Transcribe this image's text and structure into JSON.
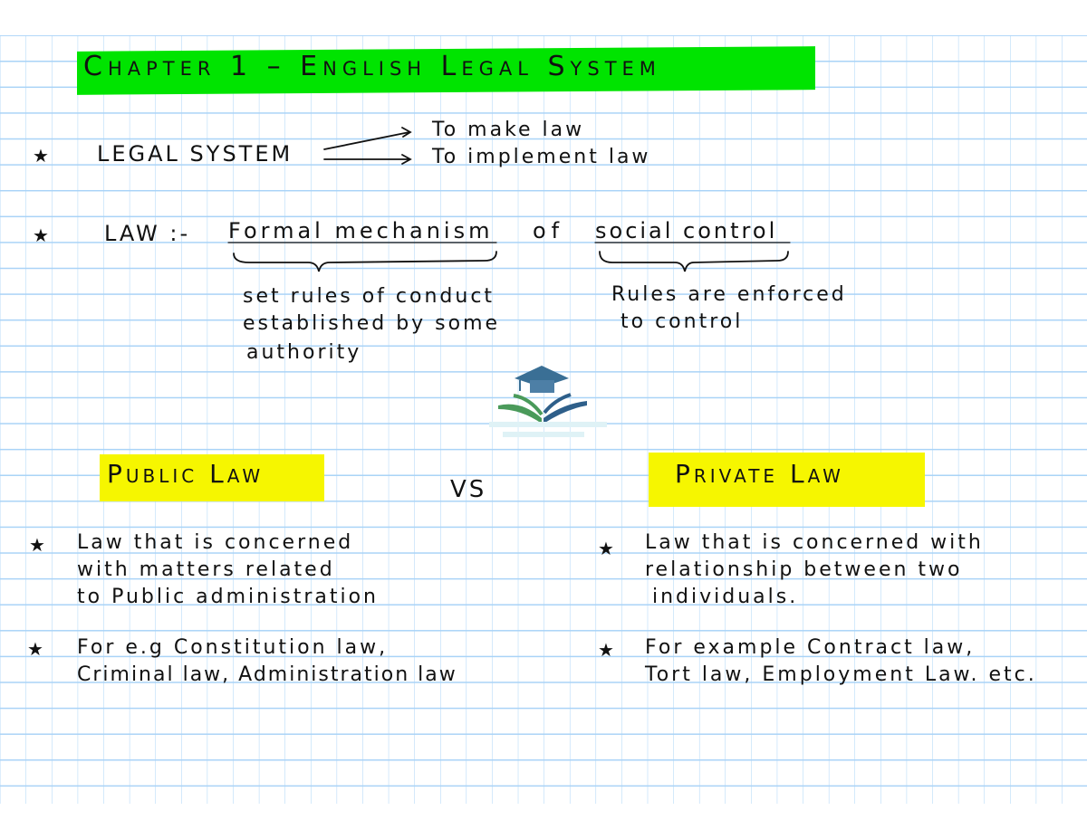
{
  "title": "Chapter 1 – English Legal System",
  "legal_system": {
    "label": "LEGAL SYSTEM",
    "branches": [
      "To make law",
      "To implement law"
    ]
  },
  "law_definition": {
    "label": "LAW :-",
    "phrase_1": "Formal mechanism",
    "connector": "of",
    "phrase_2": "social control",
    "note_1": [
      "set rules of conduct",
      "established by some",
      "authority"
    ],
    "note_2": [
      "Rules are enforced",
      "to control"
    ]
  },
  "comparison": {
    "left_heading": "Public Law",
    "vs": "VS",
    "right_heading": "Private Law",
    "public_points": [
      [
        "Law that is concerned",
        "with matters related",
        "to Public administration"
      ],
      [
        "For e.g Constitution law,",
        "Criminal law, Administration law"
      ]
    ],
    "private_points": [
      [
        "Law that is concerned with",
        "relationship between two",
        "individuals."
      ],
      [
        "For example Contract law,",
        "Tort law, Employment Law. etc."
      ]
    ]
  },
  "colors": {
    "title_highlight": "#00e400",
    "heading_highlight": "#f6f600",
    "grid": "#a9d3f7"
  }
}
